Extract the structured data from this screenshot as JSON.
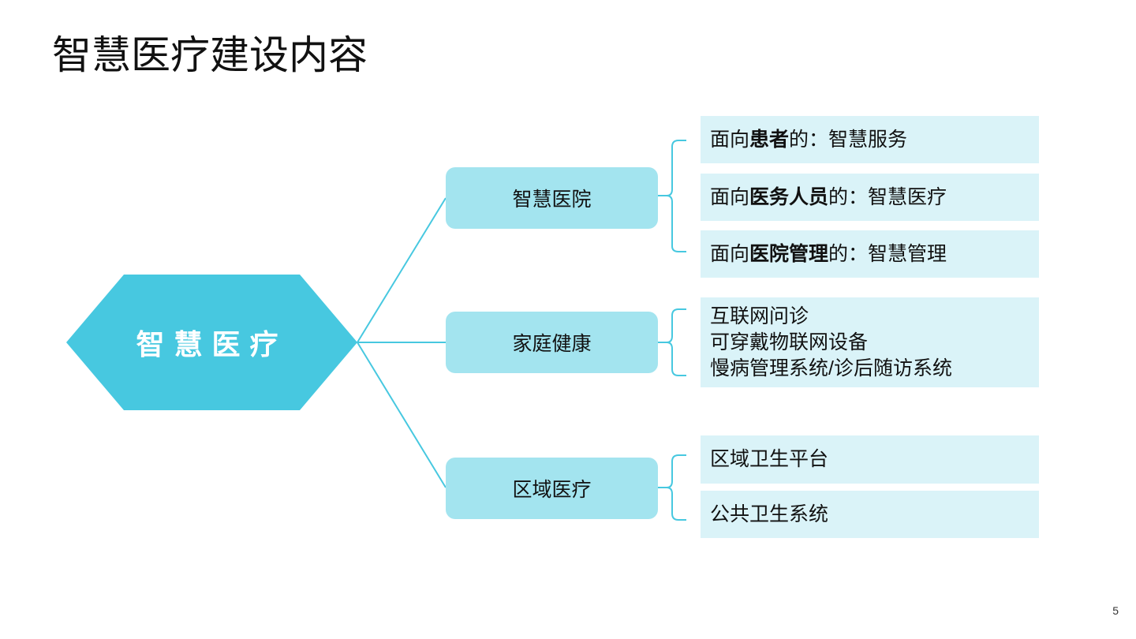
{
  "title": "智慧医疗建设内容",
  "root": "智慧医疗",
  "colors": {
    "hex": "#47c8e0",
    "mid": "#a3e4ef",
    "leaf": "#daf3f8",
    "line": "#47c8e0"
  },
  "branches": [
    {
      "label": "智慧医院",
      "leaves": [
        {
          "pre": "面向",
          "bold": "患者",
          "post": "的：智慧服务"
        },
        {
          "pre": "面向",
          "bold": "医务人员",
          "post": "的：智慧医疗"
        },
        {
          "pre": "面向",
          "bold": "医院管理",
          "post": "的：智慧管理"
        }
      ]
    },
    {
      "label": "家庭健康",
      "lines": [
        "互联网问诊",
        "可穿戴物联网设备",
        "慢病管理系统/诊后随访系统"
      ]
    },
    {
      "label": "区域医疗",
      "leaves": [
        {
          "text": "区域卫生平台"
        },
        {
          "text": "公共卫生系统"
        }
      ]
    }
  ],
  "page_number": "5"
}
